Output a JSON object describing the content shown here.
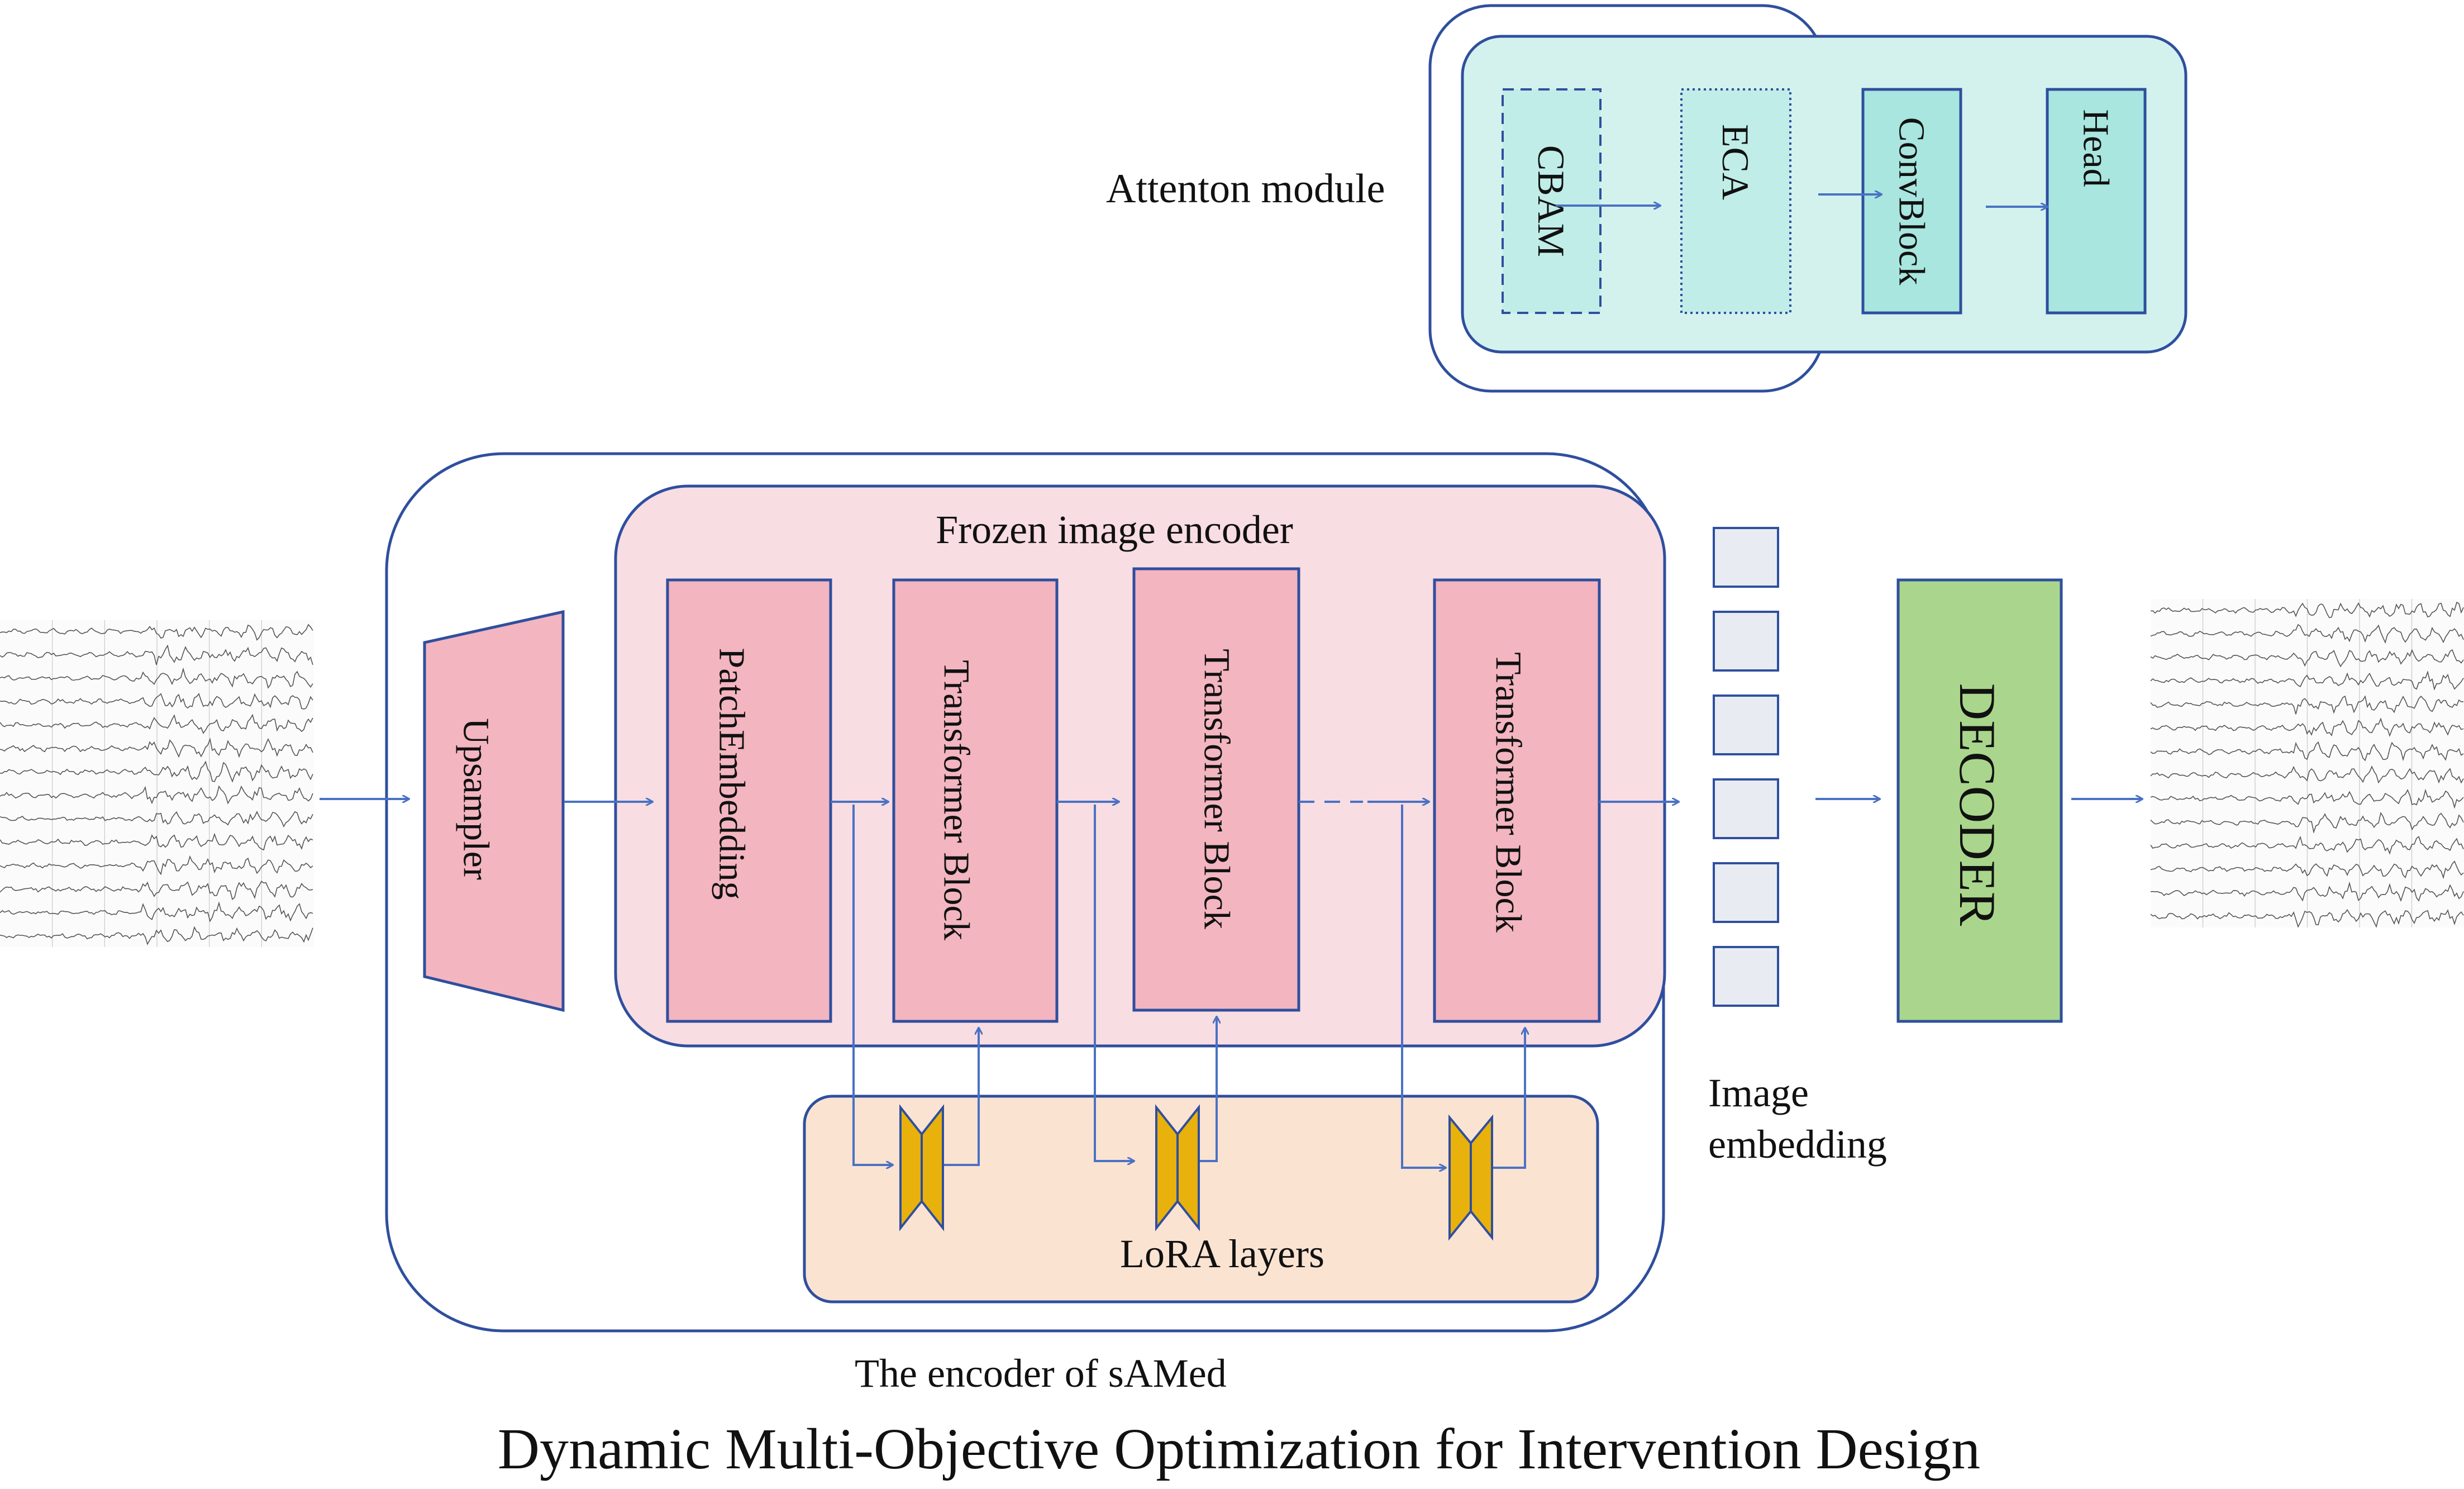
{
  "attention_module": {
    "label": "Attenton module",
    "blocks": {
      "cbam": "CBAM",
      "eca": "ECA",
      "convblock": "ConvBlock",
      "head": "Head"
    }
  },
  "encoder": {
    "label": "The encoder of sAMed",
    "frozen_label": "Frozen image encoder",
    "upsampler": "Upsampler",
    "patch_embedding": "PatchEmbedding",
    "transformer_blocks": [
      "Transformer Block",
      "Transformer Block",
      "Transformer Block"
    ],
    "lora_label": "LoRA layers"
  },
  "embedding": {
    "label_line1": "Image",
    "label_line2": "embedding",
    "count": 6
  },
  "decoder": {
    "label": "DECODER"
  },
  "footer_title": "Dynamic Multi-Objective Optimization for Intervention Design",
  "colors": {
    "outline": "#2f4f9e",
    "arrow": "#4a72c4",
    "teal_fill": "#d3f2ee",
    "teal_block": "#a8e6df",
    "pink_fill": "#f8dde2",
    "pink_block": "#f3b5c0",
    "pink_stroke": "#b01c3c",
    "peach_fill": "#fbe3d2",
    "lora_gold": "#e8b10c",
    "embed_fill": "#e8ecf2",
    "decoder_fill": "#a9d68c",
    "decoder_stroke": "#3a8a1c"
  }
}
